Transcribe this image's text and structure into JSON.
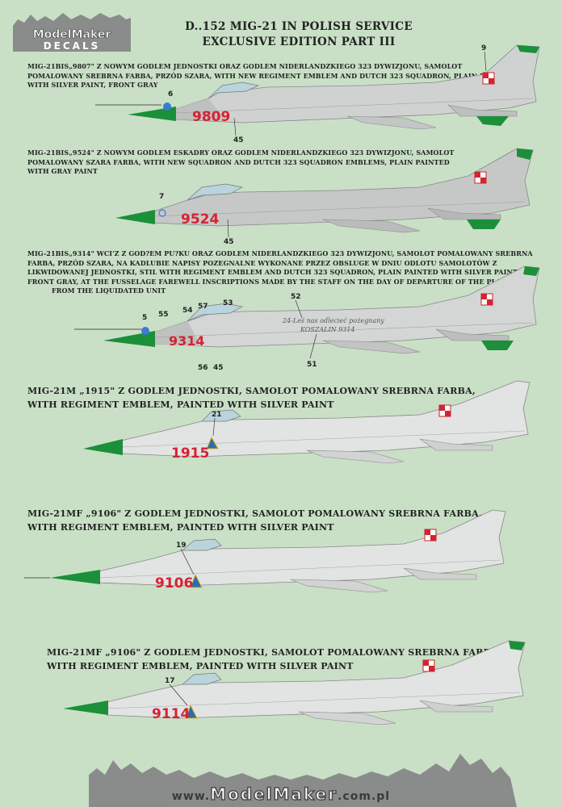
{
  "brand": {
    "line1": "ModelMaker",
    "line2": "DECALS"
  },
  "header": {
    "title_line1": "D..152 MIG-21 IN POLISH  SERVICE",
    "title_line2": "EXCLUSIVE EDITION PART III"
  },
  "aircraft": [
    {
      "caption": [
        "MIG-21BIS„9807\" Z NOWYM GODLEM JEDNOSTKI ORAZ GODLEM NIDERLANDZKIEGO 323 DYWIZJONU, SAMOLOT",
        "POMALOWANY SREBRNA FARBA, PRZÓD SZARA, WITH NEW REGIMENT EMBLEM AND DUTCH 323 SQUADRON, PLAIN PAINTED",
        "WITH SILVER PAINT,  FRONT GRAY"
      ],
      "serial": "9809",
      "callouts": [
        "9",
        "6",
        "45"
      ]
    },
    {
      "caption": [
        "MIG-21BIS„9524\" Z NOWYM GODLEM ESKADRY ORAZ GODLEM NIDERLANDZKIEGO 323 DYWIZJONU, SAMOLOT",
        "POMALOWANY SZARA FARBA, WITH NEW SQUADRON AND DUTCH 323 SQUADRON EMBLEMS, PLAIN PAINTED",
        "WITH GRAY PAINT"
      ],
      "serial": "9524",
      "callouts": [
        "7",
        "45"
      ]
    },
    {
      "caption": [
        "MIG-21BIS„9314\" WCI'Z Z GOD?EM PU?KU ORAZ GODLEM NIDERLANDZKIEGO 323 DYWIZJONU, SAMOLOT POMALOWANY SREBRNA",
        "FARBA, PRZÓD SZARA, NA KADLUBIE NAPISY POZEGNALNE WYKONANE PRZEZ OBSLUGE  W DNIU ODLOTU SAMOLOTÓW Z",
        "LIKWIDOWANEJ JEDNOSTKI, STIL WITH REGIMENT EMBLEM AND DUTCH 323 SQUADRON, PLAIN PAINTED WITH SILVER PAINT,",
        "FRONT GRAY, AT THE FUSSELAGE FAREWELL INSCRIPTIONS MADE BY THE STAFF ON THE DAY OF DEPARTURE OF THE PLANES",
        "FROM THE LIQUIDATED UNIT"
      ],
      "serial": "9314",
      "callouts": [
        "52",
        "5",
        "55",
        "54",
        "57",
        "53",
        "56",
        "45",
        "51"
      ],
      "inscription1": "24-Leś nas odlecieć pożegnany",
      "inscription2": "KOSZALIN 9314"
    },
    {
      "caption": [
        "MIG-21M „1915\" Z GODLEM JEDNOSTKI, SAMOLOT POMALOWANY SREBRNA FARBA,",
        "WITH REGIMENT EMBLEM, PAINTED WITH SILVER PAINT"
      ],
      "serial": "1915",
      "callouts": [
        "21"
      ]
    },
    {
      "caption": [
        "MIG-21MF „9106\" Z GODLEM JEDNOSTKI, SAMOLOT POMALOWANY SREBRNA FARBA,",
        "WITH REGIMENT EMBLEM, PAINTED WITH SILVER PAINT"
      ],
      "serial": "9106",
      "callouts": [
        "19"
      ]
    },
    {
      "caption": [
        "MIG-21MF „9106\" Z GODLEM JEDNOSTKI, SAMOLOT POMALOWANY SREBRNA FARBA,",
        "WITH REGIMENT EMBLEM, PAINTED WITH SILVER PAINT"
      ],
      "serial": "9114",
      "callouts": [
        "17"
      ]
    }
  ],
  "footer": {
    "url_prefix": "www.",
    "url_brand": "ModelMaker",
    "url_suffix": ".com.pl"
  },
  "colors": {
    "background": "#c9e0c6",
    "nose_green": "#1b8f3a",
    "serial_red": "#d42331",
    "fuselage_silver": "#dcdcdc",
    "fuselage_gray": "#c6c8c8",
    "logo_gray": "#8a8c8c"
  }
}
